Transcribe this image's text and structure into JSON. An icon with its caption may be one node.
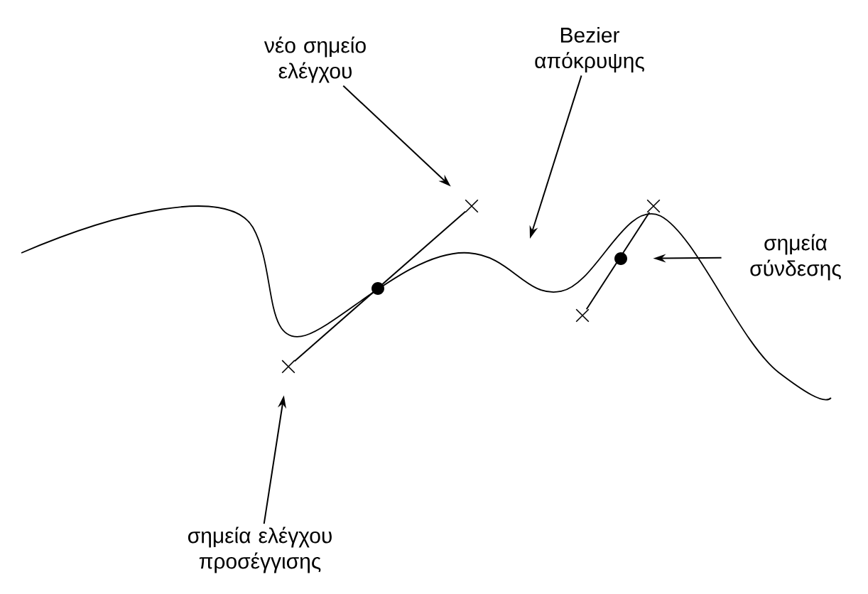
{
  "diagram": {
    "nodes": [
      {
        "text": [
          "νέο σημείο ελέγχου"
        ]
      },
      {
        "text": [
          "Bezier απόκρυψης"
        ]
      },
      {
        "text": [
          "σημεία σύνδεσης"
        ]
      },
      {
        "text": [
          "σημεία ελέγχου προσέγγισης"
        ]
      },
      {
        "text": [],
        "shape": "cross"
      },
      {
        "text": [],
        "shape": "circle"
      },
      {
        "text": [],
        "shape": "cross"
      },
      {
        "text": [],
        "shape": "cross"
      },
      {
        "text": [],
        "shape": "cross"
      }
    ],
    "edges": [
      {
        "from": 0,
        "to": 4,
        "arrow": "to"
      },
      {
        "from": 1,
        "to": null,
        "arrow": "to"
      },
      {
        "from": 2,
        "to": 5,
        "arrow": "to"
      },
      {
        "from": 3,
        "to": 6,
        "arrow": "to"
      },
      {
        "from": 6,
        "to": 4,
        "arrow": "none"
      },
      {
        "from": 7,
        "to": 8,
        "arrow": "none"
      }
    ]
  }
}
